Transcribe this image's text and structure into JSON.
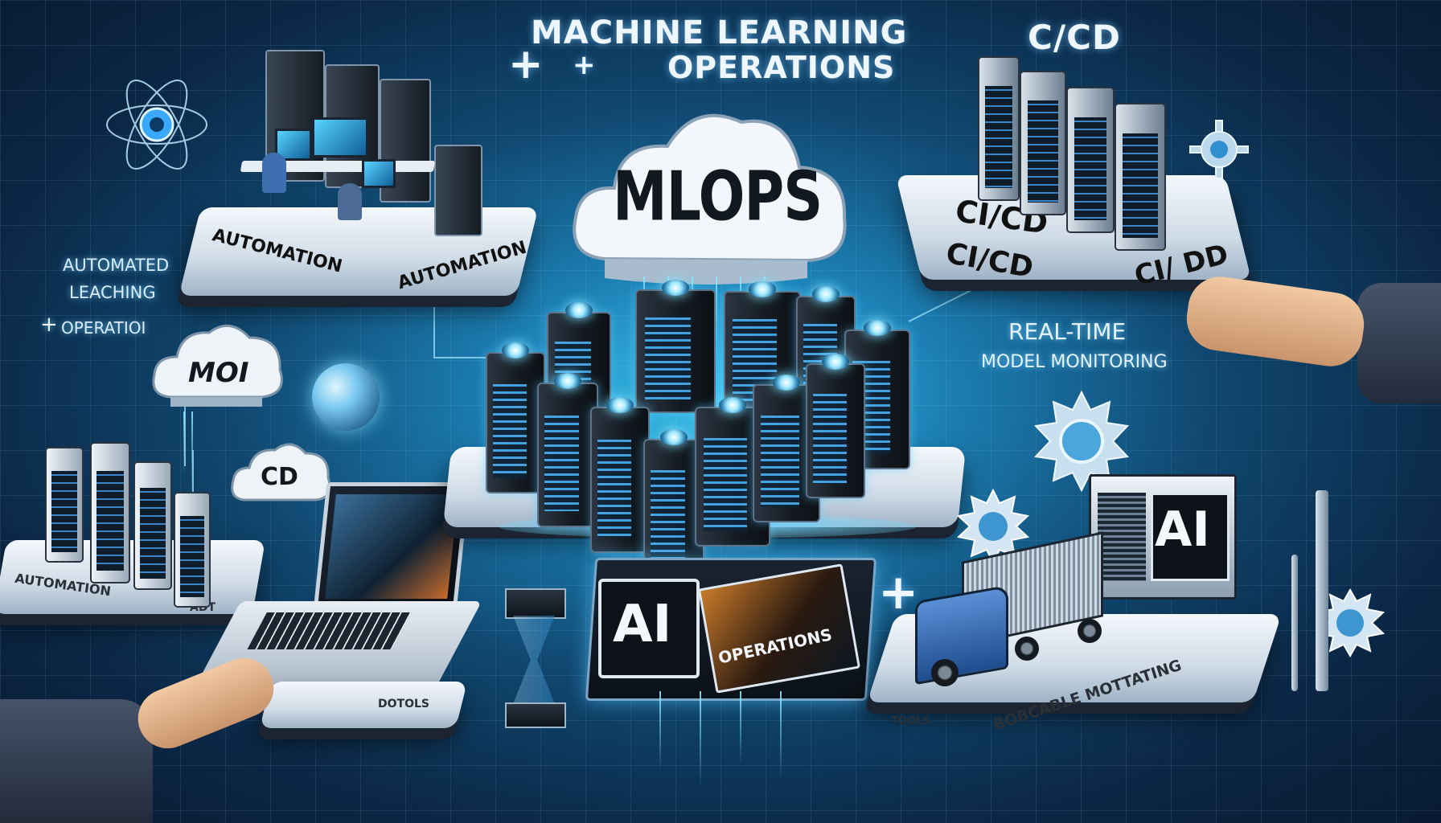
{
  "header": {
    "line1": "MACHINE LEARNING",
    "line2": "OPERATIONS",
    "top_right": "C/CD"
  },
  "center": {
    "cloud_label": "MLOPS",
    "base_left": "AI",
    "base_right": "OPERATIONS"
  },
  "left": {
    "note_line1": "AUTOMATED",
    "note_line2": "LEACHING",
    "note_line3": "OPERATIOI",
    "cloud_label": "MOI",
    "cloud_small_label": "CD",
    "platform_left": "AUTOMATION",
    "platform_right": "AUTOMATION",
    "storage_label": "AUTOMATION",
    "storage_label_short": "ADT",
    "laptop_base": "DOTOLS"
  },
  "right": {
    "platform_line1": "CI/CD",
    "platform_line2": "CI/CD",
    "platform_line3": "CI/ DD",
    "monitor_line1": "REAL-TIME",
    "monitor_line2": "MODEL MONITORING",
    "truck_label": "AI",
    "truck_platform": "BOBCABLE MOTTATING",
    "truck_platform_left": "TOOLS"
  },
  "colors": {
    "accent": "#4cc8ff",
    "title": "#eef6ff",
    "label_dark": "#111111"
  }
}
